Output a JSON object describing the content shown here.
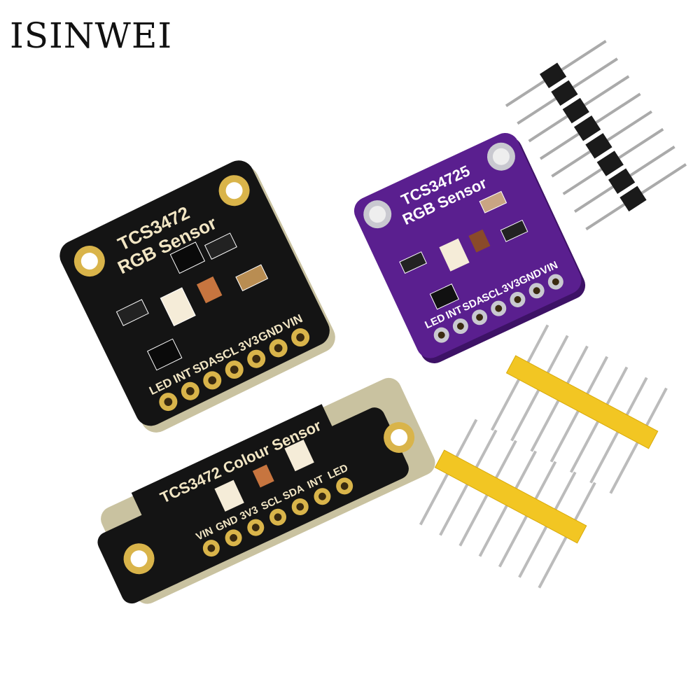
{
  "brand": "ISINWEI",
  "colors": {
    "black_pcb": "#141414",
    "purple_pcb": "#5a1f8f",
    "gold": "#d9b44a",
    "yellow_header": "#f2c623",
    "silk": "#f2e6c4"
  },
  "boards": [
    {
      "title_line1": "TCS3472",
      "title_line2": "RGB Sensor",
      "pins": [
        "LED",
        "INT",
        "SDA",
        "SCL",
        "3V3",
        "GND",
        "VIN"
      ]
    },
    {
      "title_line1": "TCS34725",
      "title_line2": "RGB Sensor",
      "pins": [
        "LED",
        "INT",
        "SDA",
        "SCL",
        "3V3",
        "GND",
        "VIN"
      ]
    },
    {
      "title": "TCS3472 Colour Sensor",
      "pins": [
        "VIN",
        "GND",
        "3V3",
        "SCL",
        "SDA",
        "INT",
        "LED"
      ]
    }
  ]
}
